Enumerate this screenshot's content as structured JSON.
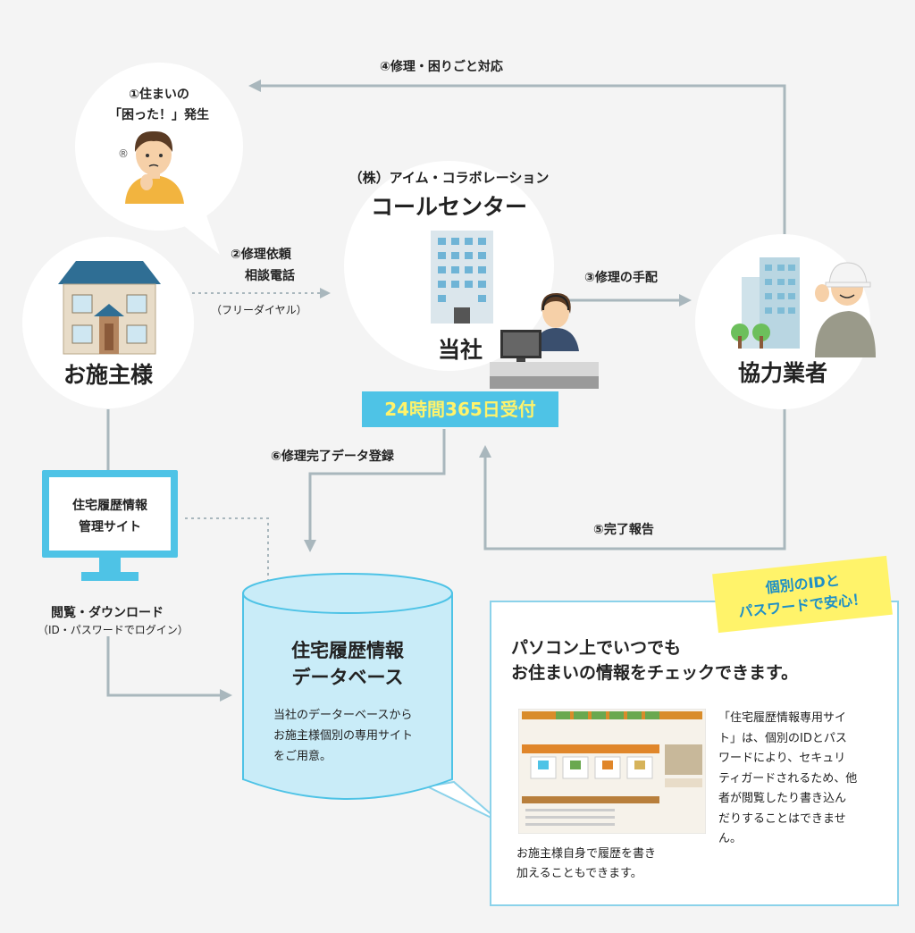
{
  "bubble": {
    "line1": "①住まいの",
    "line2": "「困った！」発生"
  },
  "owner": {
    "label": "お施主様"
  },
  "callcenter": {
    "company": "（株）アイム・コラボレーション",
    "name": "コールセンター",
    "self": "当社",
    "badge": "24時間365日受付"
  },
  "partner": {
    "label": "協力業者"
  },
  "steps": {
    "step2_line1": "②修理依頼",
    "step2_line2": "相談電話",
    "step2_note": "（フリーダイヤル）",
    "step3": "③修理の手配",
    "step4": "④修理・困りごと対応",
    "step5": "⑤完了報告",
    "step6": "⑥修理完了データ登録"
  },
  "site": {
    "line1": "住宅履歴情報",
    "line2": "管理サイト",
    "caption": "閲覧・ダウンロード",
    "note": "（ID・パスワードでログイン）"
  },
  "database": {
    "title1": "住宅履歴情報",
    "title2": "データベース",
    "desc1": "当社のデーターベースから",
    "desc2": "お施主様個別の専用サイト",
    "desc3": "をご用意。"
  },
  "info": {
    "sticker1": "個別のIDと",
    "sticker2": "パスワードで安心！",
    "headline1": "パソコン上でいつでも",
    "headline2": "お住まいの情報をチェックできます。",
    "shot_caption1": "お施主様自身で履歴を書き",
    "shot_caption2": "加えることもできます。",
    "body": [
      "「住宅履歴情報専用サイ",
      "ト」は、個別のIDとパス",
      "ワードにより、セキュリ",
      "ティガードされるため、他",
      "者が閲覧したり書き込ん",
      "だりすることはできませ",
      "ん。"
    ]
  },
  "colors": {
    "badge_bg": "#4ec3e6",
    "badge_text": "#fff36a",
    "line": "#a9b7bd",
    "db_fill": "#c9ecf8",
    "sticker": "#fff36a"
  }
}
